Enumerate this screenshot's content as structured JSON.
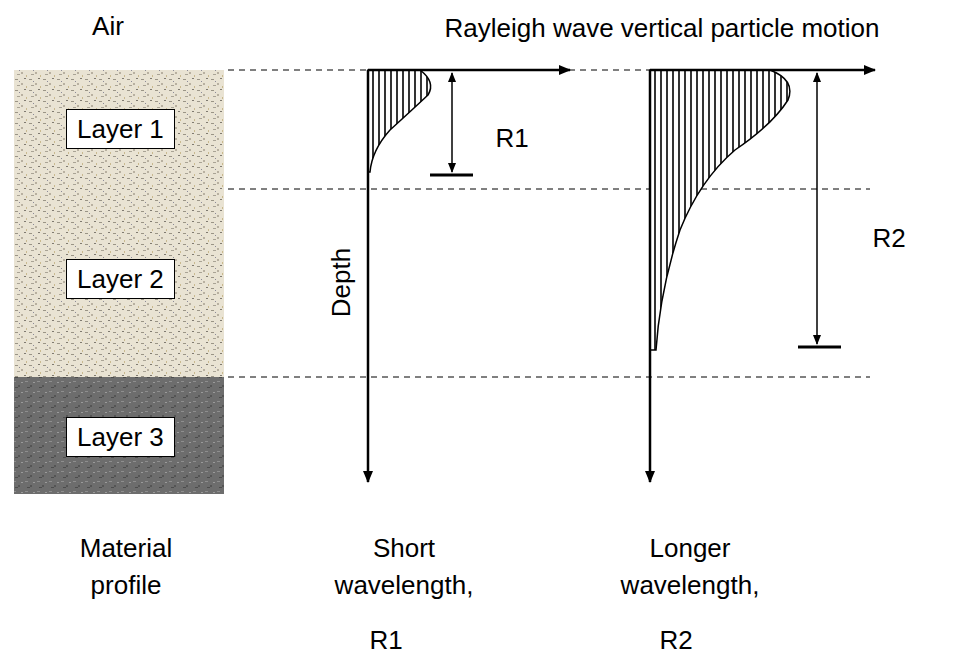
{
  "diagram": {
    "nodes": [
      {
        "text": [
          "Layer 1"
        ]
      },
      {
        "text": [
          "Layer 2"
        ]
      },
      {
        "text": [
          "Layer 3"
        ]
      }
    ],
    "labels": [
      "Air",
      "Rayleigh wave vertical particle motion",
      "R1",
      "Depth",
      "R2",
      "Material profile",
      "Short wavelength,",
      "Longer wavelength,",
      "R1",
      "R2"
    ]
  }
}
